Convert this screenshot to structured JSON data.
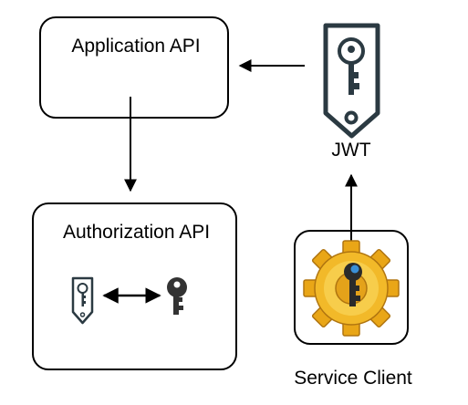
{
  "nodes": {
    "application_api": {
      "label": "Application API"
    },
    "authorization_api": {
      "label": "Authorization API"
    },
    "jwt": {
      "label": "JWT",
      "icon": "jwt-tag-key-icon"
    },
    "service_client": {
      "label": "Service Client",
      "icon": "gear-key-icon"
    }
  },
  "edges": [
    {
      "from": "jwt",
      "to": "application_api",
      "style": "arrow"
    },
    {
      "from": "application_api",
      "to": "authorization_api",
      "style": "arrow"
    },
    {
      "from": "service_client",
      "to": "jwt",
      "style": "arrow"
    },
    {
      "from": "jwt-tag-small",
      "to": "key-small",
      "style": "double-arrow"
    }
  ],
  "colors": {
    "stroke": "#000000",
    "gear": "#f2b929",
    "gear_dark": "#c98a12",
    "key_dark": "#333333",
    "key_blue": "#3a8fd6"
  }
}
